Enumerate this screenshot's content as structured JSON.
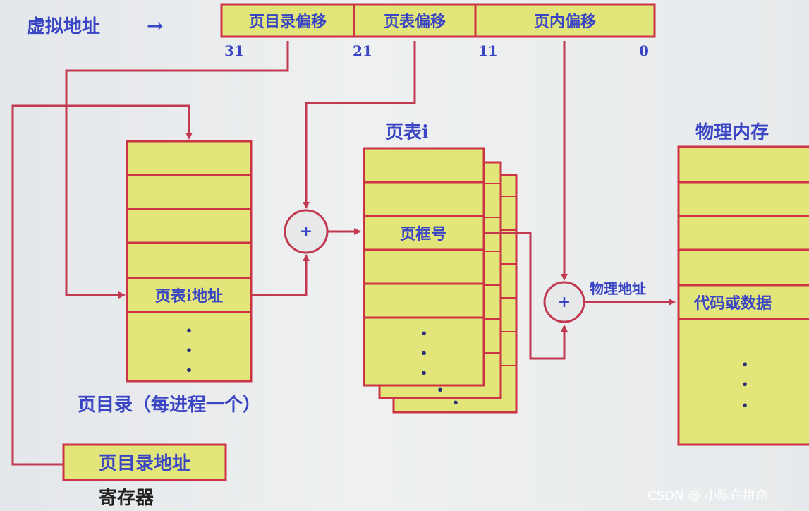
{
  "title": "虚拟地址",
  "title_arrow": "→",
  "address_fields": [
    "页目录偏移",
    "页表偏移",
    "页内偏移"
  ],
  "bit_labels": [
    "31",
    "21",
    "11",
    "0"
  ],
  "page_directory": {
    "entry_label": "页表i地址",
    "caption": "页目录（每进程一个）"
  },
  "page_table": {
    "title": "页表i",
    "entry_label": "页框号"
  },
  "physical_memory": {
    "title": "物理内存",
    "entry_label": "代码或数据"
  },
  "physical_address_label": "物理地址",
  "register": {
    "label": "页目录地址",
    "caption": "寄存器"
  },
  "adder_symbol": "+",
  "ellipsis_dot": "•",
  "watermark": "CSDN @ 小陈在拼命",
  "colors": {
    "cell_fill": "#e2e57a",
    "border": "#cc3344",
    "label": "#3a45c4",
    "wire": "#c23a52"
  }
}
